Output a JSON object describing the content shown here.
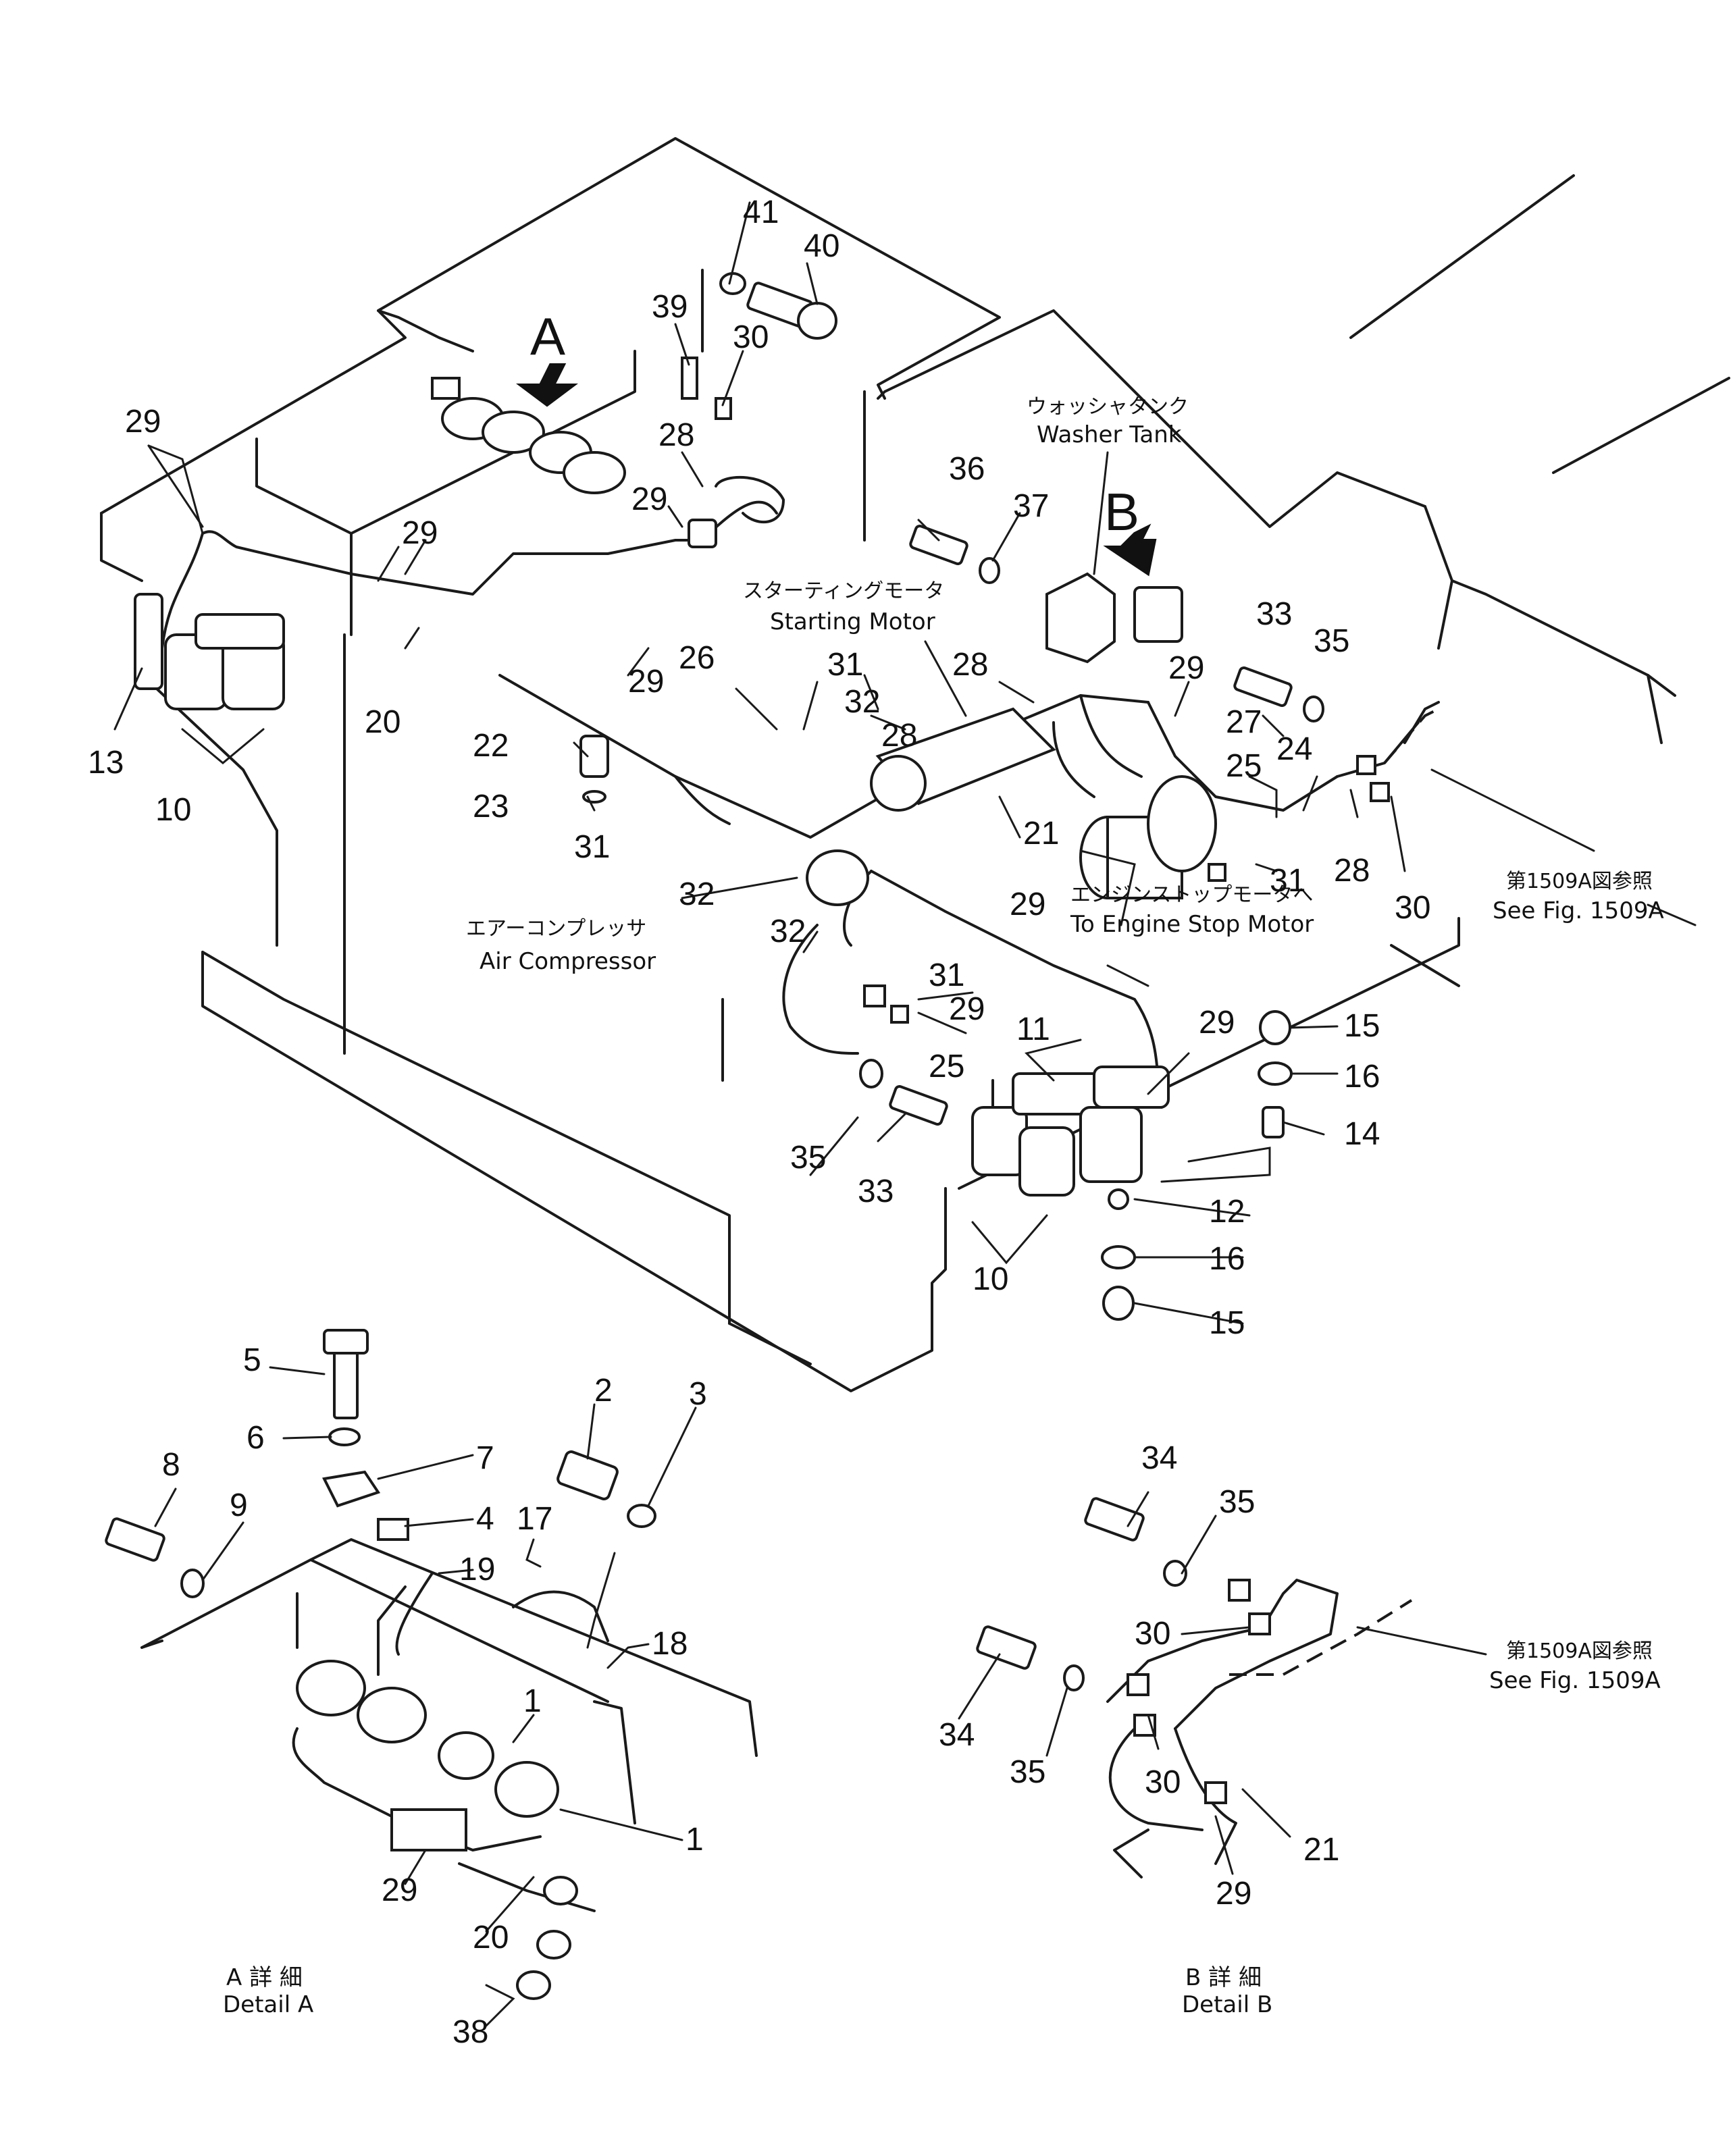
{
  "callouts": {
    "c1a": "1",
    "c1b": "1",
    "c2": "2",
    "c3": "3",
    "c4": "4",
    "c5": "5",
    "c6": "6",
    "c7": "7",
    "c8": "8",
    "c9": "9",
    "c10a": "10",
    "c10b": "10",
    "c11": "11",
    "c12": "12",
    "c13": "13",
    "c14": "14",
    "c15a": "15",
    "c15b": "15",
    "c16a": "16",
    "c16b": "16",
    "c17": "17",
    "c18": "18",
    "c19": "19",
    "c20a": "20",
    "c20b": "20",
    "c21a": "21",
    "c21b": "21",
    "c22": "22",
    "c23": "23",
    "c24": "24",
    "c25a": "25",
    "c25b": "25",
    "c26": "26",
    "c27": "27",
    "c28a": "28",
    "c28b": "28",
    "c28c": "28",
    "c28d": "28",
    "c29a": "29",
    "c29b": "29",
    "c29c": "29",
    "c29d": "29",
    "c29e": "29",
    "c29f": "29",
    "c29g": "29",
    "c29h": "29",
    "c29i": "29",
    "c29j": "29",
    "c30a": "30",
    "c30b": "30",
    "c30c": "30",
    "c30d": "30",
    "c31a": "31",
    "c31b": "31",
    "c31c": "31",
    "c31d": "31",
    "c32a": "32",
    "c32b": "32",
    "c32c": "32",
    "c33a": "33",
    "c33b": "33",
    "c34a": "34",
    "c34b": "34",
    "c35a": "35",
    "c35b": "35",
    "c35c": "35",
    "c35d": "35",
    "c36": "36",
    "c37": "37",
    "c38": "38",
    "c39": "39",
    "c40": "40",
    "c41": "41"
  },
  "markers": {
    "a": "A",
    "b": "B"
  },
  "labels": {
    "washer_tank_jp": "ウォッシャタンク",
    "washer_tank_en": "Washer Tank",
    "starting_motor_jp": "スターティングモータ",
    "starting_motor_en": "Starting Motor",
    "air_compressor_jp": "エアーコンプレッサ",
    "air_compressor_en": "Air Compressor",
    "engine_stop_jp": "エンジンストップモータへ",
    "engine_stop_en": "To Engine Stop Motor",
    "see_fig_jp_1": "第1509A図参照",
    "see_fig_en_1": "See Fig. 1509A",
    "see_fig_jp_2": "第1509A図参照",
    "see_fig_en_2": "See Fig. 1509A"
  },
  "details": {
    "a_jp": "A 詳 細",
    "a_en": "Detail A",
    "b_jp": "B 詳 細",
    "b_en": "Detail B"
  }
}
